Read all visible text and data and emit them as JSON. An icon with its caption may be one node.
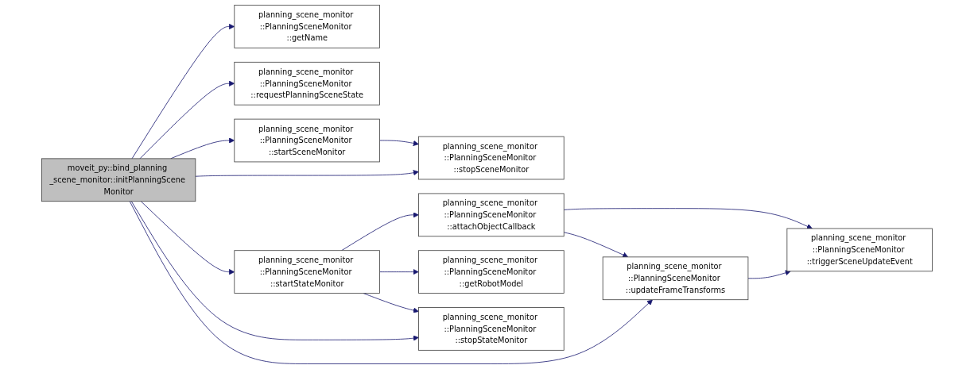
{
  "diagram": {
    "nodes": [
      {
        "text": [
          "moveit_py::bind_planning _scene_monitor::initPlanningScene Monitor"
        ]
      },
      {
        "text": [
          "planning_scene_monitor ::PlanningSceneMonitor ::getName"
        ]
      },
      {
        "text": [
          "planning_scene_monitor ::PlanningSceneMonitor ::requestPlanningSceneState"
        ]
      },
      {
        "text": [
          "planning_scene_monitor ::PlanningSceneMonitor ::startSceneMonitor"
        ]
      },
      {
        "text": [
          "planning_scene_monitor ::PlanningSceneMonitor ::stopSceneMonitor"
        ]
      },
      {
        "text": [
          "planning_scene_monitor ::PlanningSceneMonitor ::startStateMonitor"
        ]
      },
      {
        "text": [
          "planning_scene_monitor ::PlanningSceneMonitor ::attachObjectCallback"
        ]
      },
      {
        "text": [
          "planning_scene_monitor ::PlanningSceneMonitor ::getRobotModel"
        ]
      },
      {
        "text": [
          "planning_scene_monitor ::PlanningSceneMonitor ::stopStateMonitor"
        ]
      },
      {
        "text": [
          "planning_scene_monitor ::PlanningSceneMonitor ::updateFrameTransforms"
        ]
      },
      {
        "text": [
          "planning_scene_monitor ::PlanningSceneMonitor ::triggerSceneUpdateEvent"
        ]
      }
    ],
    "edges": [
      {
        "from": 0,
        "to": 1,
        "arrow": "to"
      },
      {
        "from": 0,
        "to": 2,
        "arrow": "to"
      },
      {
        "from": 0,
        "to": 3,
        "arrow": "to"
      },
      {
        "from": 0,
        "to": 4,
        "arrow": "to"
      },
      {
        "from": 0,
        "to": 5,
        "arrow": "to"
      },
      {
        "from": 0,
        "to": 8,
        "arrow": "to"
      },
      {
        "from": 0,
        "to": 9,
        "arrow": "to"
      },
      {
        "from": 3,
        "to": 4,
        "arrow": "to"
      },
      {
        "from": 5,
        "to": 6,
        "arrow": "to"
      },
      {
        "from": 5,
        "to": 7,
        "arrow": "to"
      },
      {
        "from": 5,
        "to": 8,
        "arrow": "to"
      },
      {
        "from": 6,
        "to": 10,
        "arrow": "to"
      },
      {
        "from": 6,
        "to": 9,
        "arrow": "to"
      },
      {
        "from": 9,
        "to": 10,
        "arrow": "to"
      }
    ]
  }
}
